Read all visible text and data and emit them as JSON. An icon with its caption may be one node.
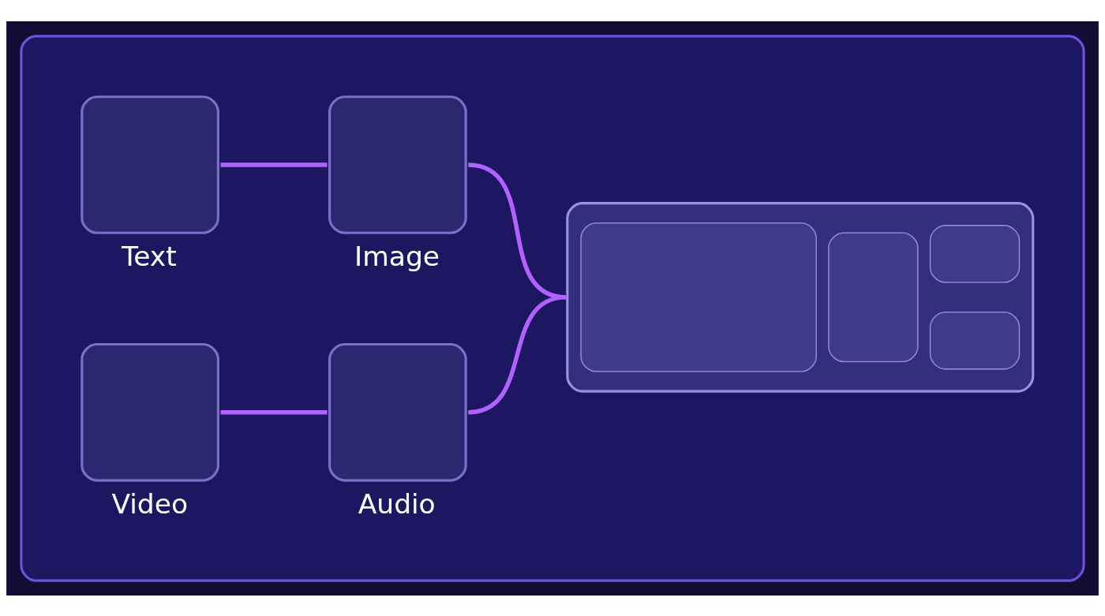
{
  "diagram": {
    "nodes": [
      {
        "text": [],
        "shape": "box"
      },
      {
        "text": [
          "Text"
        ],
        "in": 0
      },
      {
        "text": [
          "Image"
        ],
        "in": 0
      },
      {
        "text": [
          "Video"
        ],
        "in": 0
      },
      {
        "text": [
          "Audio"
        ],
        "in": 0
      },
      {
        "text": [],
        "shape": "picture",
        "in": 0
      }
    ],
    "edges": [
      {
        "from": 1,
        "to": 2,
        "arrow": "none"
      },
      {
        "from": 2,
        "to": 5,
        "arrow": "none"
      },
      {
        "from": 3,
        "to": 4,
        "arrow": "none"
      },
      {
        "from": 4,
        "to": 5,
        "arrow": "none"
      }
    ]
  }
}
